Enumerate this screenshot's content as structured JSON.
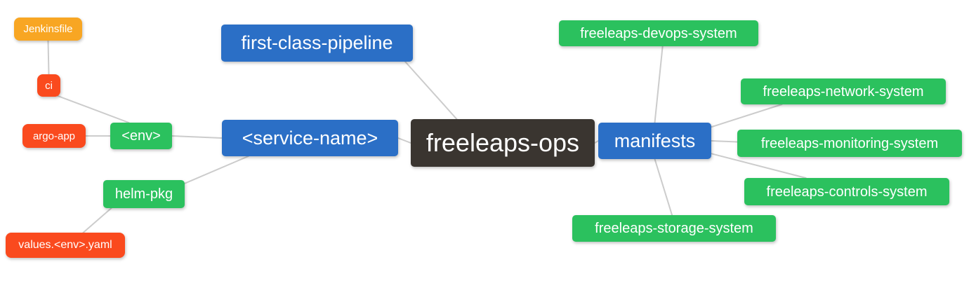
{
  "diagram": {
    "type": "mindmap",
    "background": "#ffffff",
    "edge_color": "#cccccc"
  },
  "colors": {
    "blue": "#2b6fc6",
    "green": "#2bc15e",
    "red": "#fa4a1e",
    "amber": "#f8a623",
    "dark": "#3a3530",
    "line": "#cccccc",
    "text": "#ffffff"
  },
  "nodes": {
    "root": {
      "label": "freeleaps-ops"
    },
    "first_class_pipeline": {
      "label": "first-class-pipeline"
    },
    "service_name": {
      "label": "<service-name>"
    },
    "manifests": {
      "label": "manifests"
    },
    "env": {
      "label": "<env>"
    },
    "helm_pkg": {
      "label": "helm-pkg"
    },
    "ci": {
      "label": "ci"
    },
    "jenkinsfile": {
      "label": "Jenkinsfile"
    },
    "argo_app": {
      "label": "argo-app"
    },
    "values_env_yaml": {
      "label": "values.<env>.yaml"
    },
    "devops_system": {
      "label": "freeleaps-devops-system"
    },
    "network_system": {
      "label": "freeleaps-network-system"
    },
    "monitoring_system": {
      "label": "freeleaps-monitoring-system"
    },
    "controls_system": {
      "label": "freeleaps-controls-system"
    },
    "storage_system": {
      "label": "freeleaps-storage-system"
    }
  },
  "edges": [
    {
      "from": "jenkinsfile",
      "to": "ci",
      "fa": [
        0.5,
        1
      ],
      "ta": [
        0.5,
        0
      ]
    },
    {
      "from": "ci",
      "to": "env",
      "fa": [
        0.85,
        0.95
      ],
      "ta": [
        0.3,
        0
      ]
    },
    {
      "from": "argo_app",
      "to": "env",
      "fa": [
        1,
        0.5
      ],
      "ta": [
        0,
        0.5
      ]
    },
    {
      "from": "env",
      "to": "service_name",
      "fa": [
        1,
        0.5
      ],
      "ta": [
        0,
        0.5
      ]
    },
    {
      "from": "service_name",
      "to": "helm_pkg",
      "fa": [
        0.15,
        1
      ],
      "ta": [
        1,
        0.12
      ]
    },
    {
      "from": "helm_pkg",
      "to": "values_env_yaml",
      "fa": [
        0.1,
        1
      ],
      "ta": [
        0.65,
        0
      ]
    },
    {
      "from": "service_name",
      "to": "root",
      "fa": [
        1,
        0.5
      ],
      "ta": [
        0,
        0.5
      ]
    },
    {
      "from": "first_class_pipeline",
      "to": "root",
      "fa": [
        0.96,
        1
      ],
      "ta": [
        0.25,
        0
      ]
    },
    {
      "from": "root",
      "to": "manifests",
      "fa": [
        1,
        0.5
      ],
      "ta": [
        0,
        0.5
      ]
    },
    {
      "from": "manifests",
      "to": "devops_system",
      "fa": [
        0.5,
        0
      ],
      "ta": [
        0.52,
        1
      ]
    },
    {
      "from": "manifests",
      "to": "network_system",
      "fa": [
        1,
        0.12
      ],
      "ta": [
        0.2,
        1
      ]
    },
    {
      "from": "manifests",
      "to": "monitoring_system",
      "fa": [
        1,
        0.5
      ],
      "ta": [
        0,
        0.45
      ]
    },
    {
      "from": "manifests",
      "to": "controls_system",
      "fa": [
        1,
        0.85
      ],
      "ta": [
        0.3,
        0
      ]
    },
    {
      "from": "manifests",
      "to": "storage_system",
      "fa": [
        0.5,
        1
      ],
      "ta": [
        0.49,
        0
      ]
    }
  ]
}
